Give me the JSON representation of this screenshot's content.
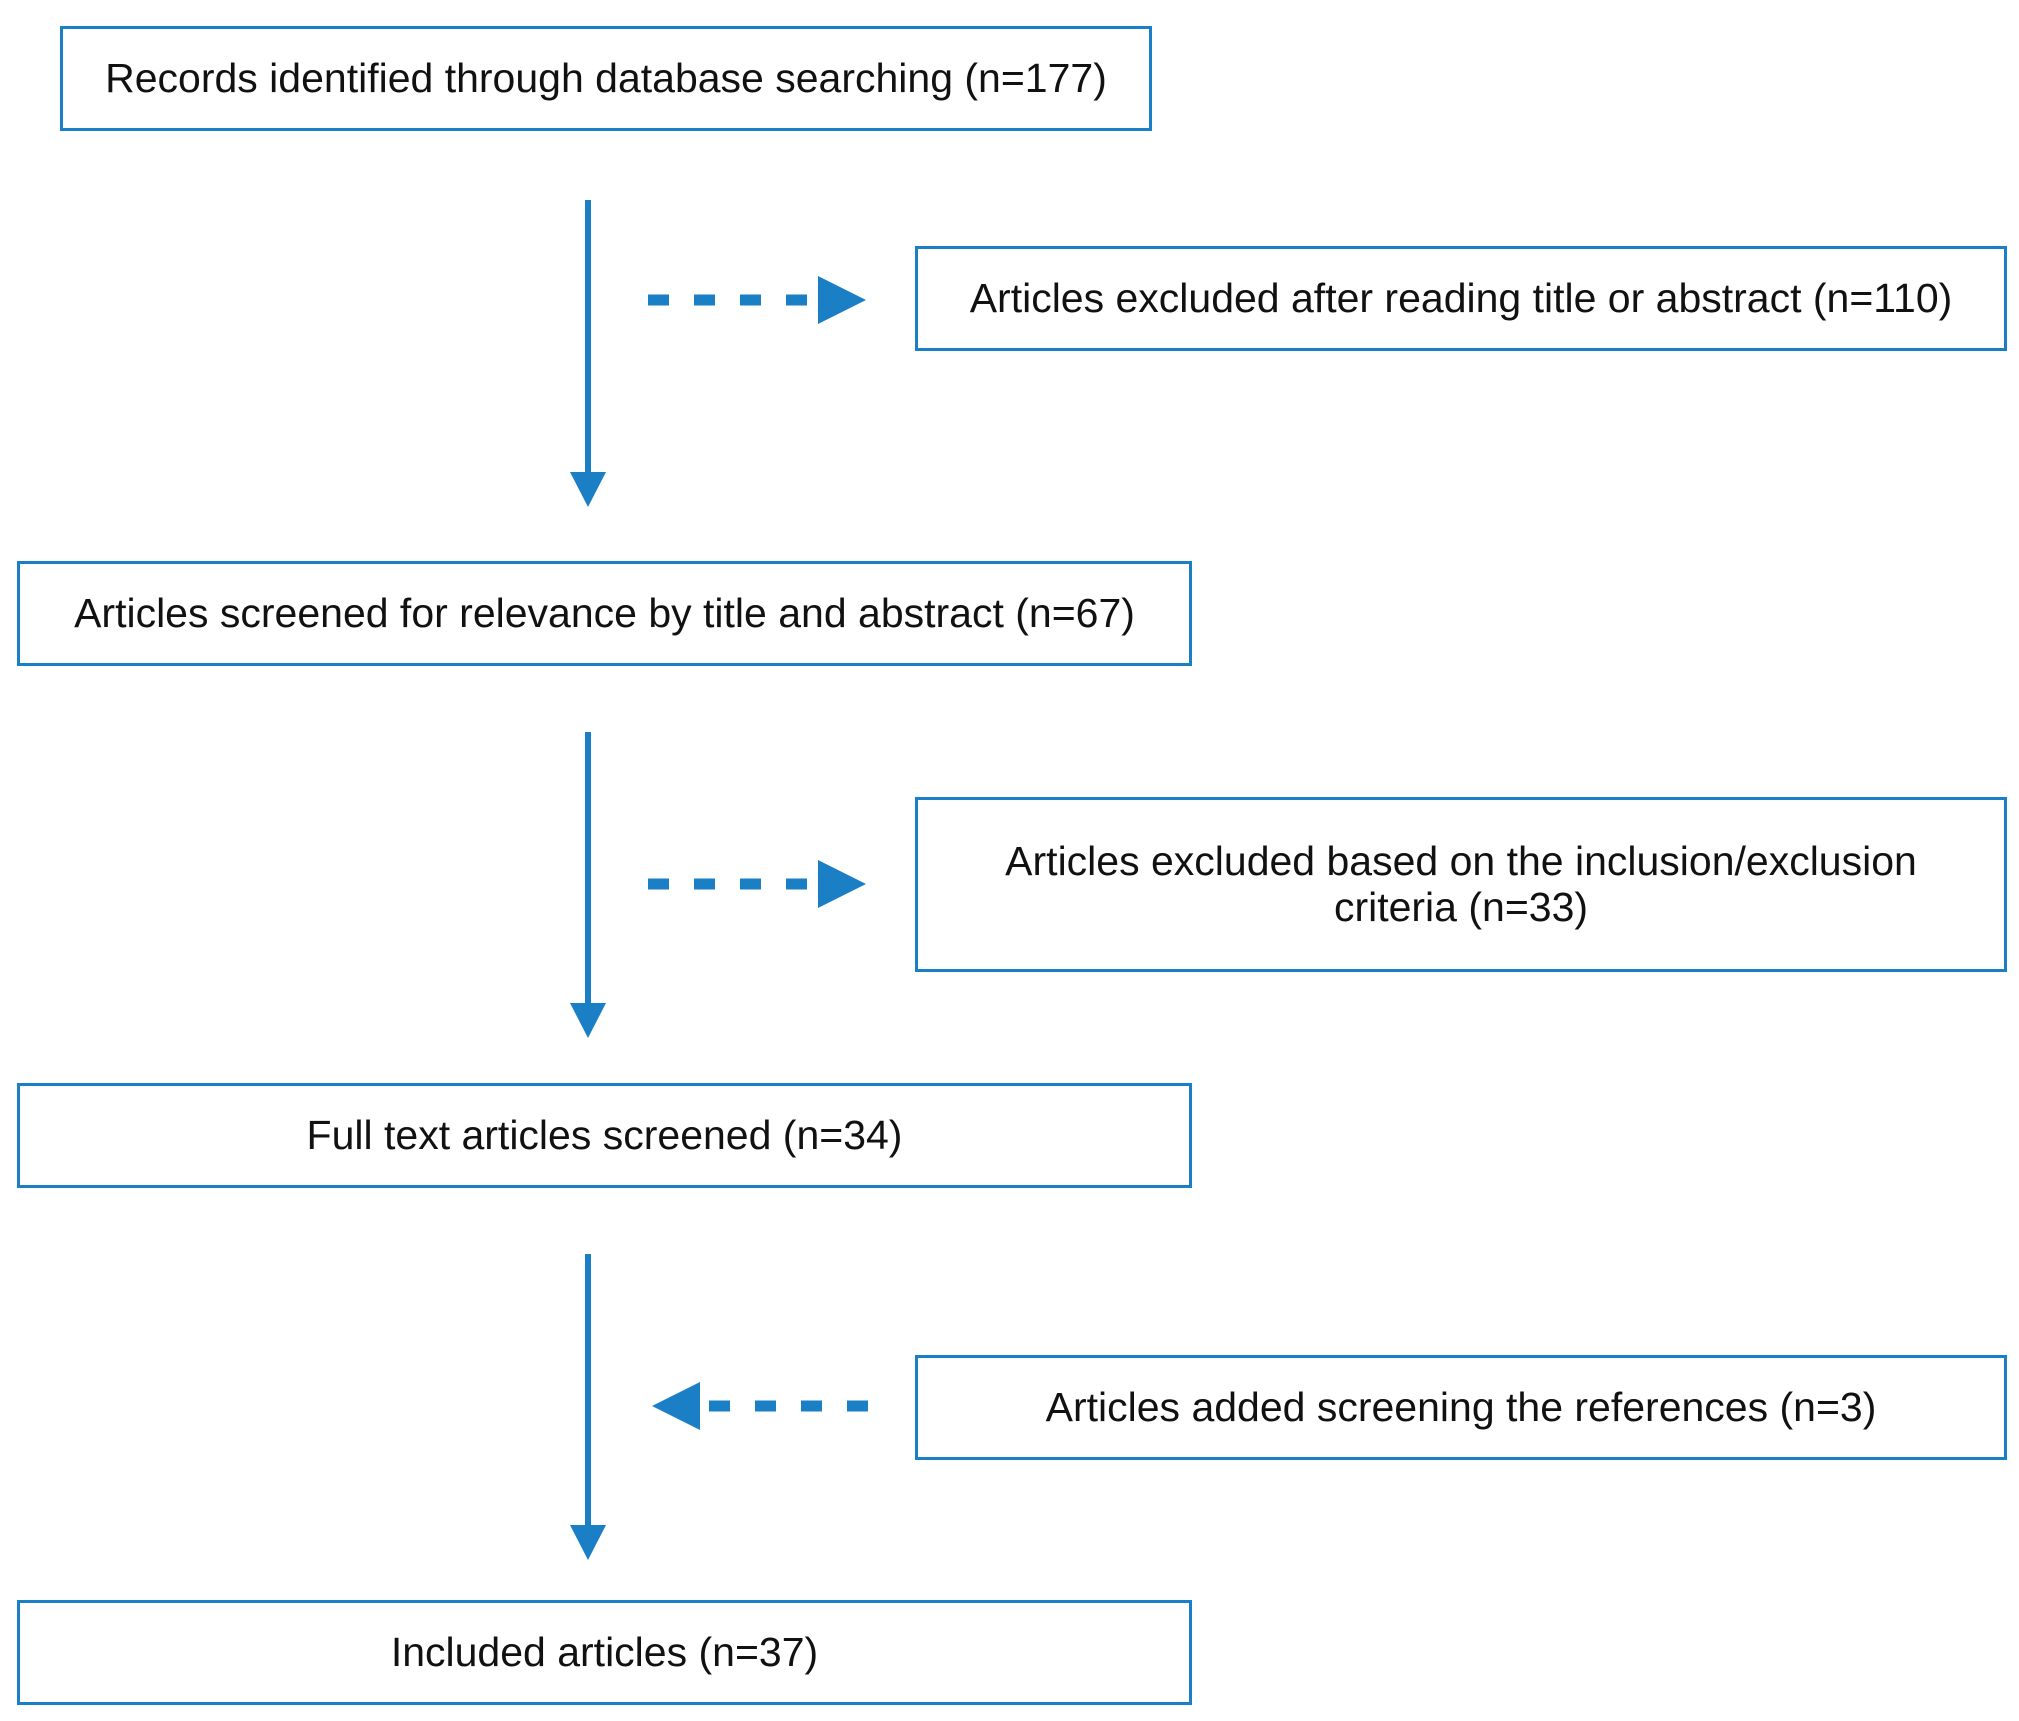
{
  "boxes": {
    "records_identified": "Records identified through database searching (n=177)",
    "excluded_title_abstract": "Articles excluded after reading title or abstract (n=110)",
    "screened_relevance": "Articles screened for relevance by title and abstract (n=67)",
    "excluded_criteria": "Articles excluded based on the inclusion/exclusion criteria (n=33)",
    "full_text_screened": "Full text articles screened (n=34)",
    "added_references": "Articles added screening the references (n=3)",
    "included": "Included articles (n=37)"
  },
  "colors": {
    "accent": "#1a7fc4",
    "text": "#111111",
    "background": "#ffffff"
  }
}
